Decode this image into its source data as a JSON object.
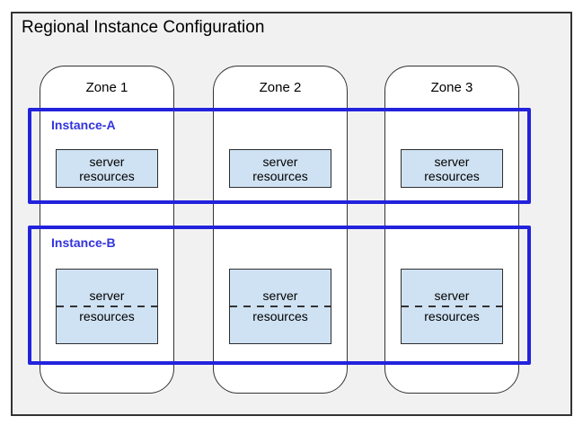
{
  "colors": {
    "instance_blue": "#2222dd",
    "instance_label_blue": "#3333dd",
    "region_fill": "#f1f1f1",
    "region_border": "#333333",
    "zone_border": "#333333",
    "server_box_fill": "#cfe2f3",
    "server_box_border": "#2e2e2e",
    "dash_color": "#333333",
    "text_black": "#000000"
  },
  "diagram": {
    "title": "Regional Instance Configuration",
    "zones": [
      {
        "label": "Zone 1"
      },
      {
        "label": "Zone 2"
      },
      {
        "label": "Zone 3"
      }
    ],
    "instances": [
      {
        "label": "Instance-A"
      },
      {
        "label": "Instance-B"
      }
    ],
    "server_box": {
      "line1": "server",
      "line2": "resources"
    }
  }
}
